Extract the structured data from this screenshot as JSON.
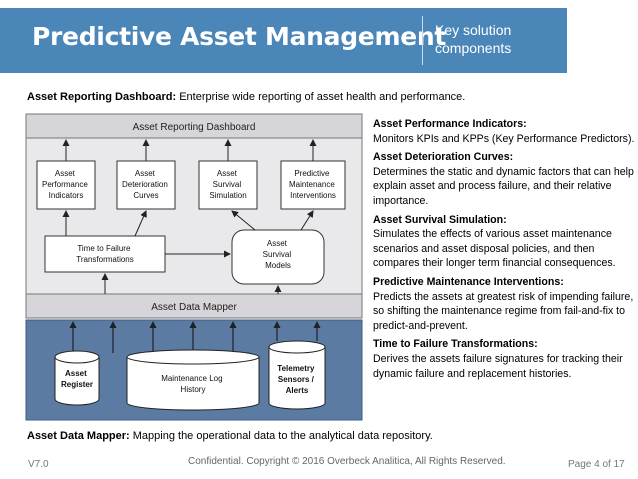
{
  "header": {
    "title": "Predictive Asset Management",
    "subtitle_line1": "Key solution",
    "subtitle_line2": "components",
    "accent_color": "#4a86b8"
  },
  "intro": {
    "label": "Asset Reporting Dashboard:",
    "text": " Enterprise wide reporting of asset health and performance."
  },
  "diagram": {
    "dashboard": "Asset Reporting Dashboard",
    "kpi": [
      "Asset",
      "Performance",
      "Indicators"
    ],
    "deterioration": [
      "Asset",
      "Deterioration",
      "Curves"
    ],
    "survival_sim": [
      "Asset",
      "Survival",
      "Simulation"
    ],
    "predictive": [
      "Predictive",
      "Maintenance",
      "Interventions"
    ],
    "ttf": [
      "Time to Failure",
      "Transformations"
    ],
    "survival_models": [
      "Asset",
      "Survival",
      "Models"
    ],
    "data_mapper": "Asset Data Mapper",
    "register": [
      "Asset",
      "Register"
    ],
    "maintenance_log": [
      "Maintenance Log",
      "History"
    ],
    "telemetry": [
      "Telemetry",
      "Sensors /",
      "Alerts"
    ],
    "data_panel_color": "#5b7ba3"
  },
  "descriptions": [
    {
      "heading": "Asset Performance Indicators:",
      "text": "Monitors KPIs and KPPs (Key Performance Predictors)."
    },
    {
      "heading": "Asset Deterioration Curves:",
      "text": "Determines the static and dynamic factors that can help explain asset and process failure, and their relative importance."
    },
    {
      "heading": "Asset Survival Simulation:",
      "text": "Simulates the effects of various asset maintenance scenarios and asset disposal policies, and then compares their longer term financial consequences."
    },
    {
      "heading": "Predictive Maintenance Interventions:",
      "text": "Predicts the assets at greatest risk of impending failure, so shifting the maintenance regime from fail-and-fix to predict-and-prevent."
    },
    {
      "heading": "Time to Failure Transformations:",
      "text": "Derives the assets failure signatures for tracking their dynamic failure and replacement histories."
    }
  ],
  "data_mapper_note": {
    "label": "Asset Data Mapper:",
    "text": " Mapping the operational data to the analytical data repository."
  },
  "footer": {
    "version": "V7.0",
    "copyright": "Confidential. Copyright © 2016 Overbeck Analitica, All Rights Reserved.",
    "page": "Page 4 of 17"
  }
}
